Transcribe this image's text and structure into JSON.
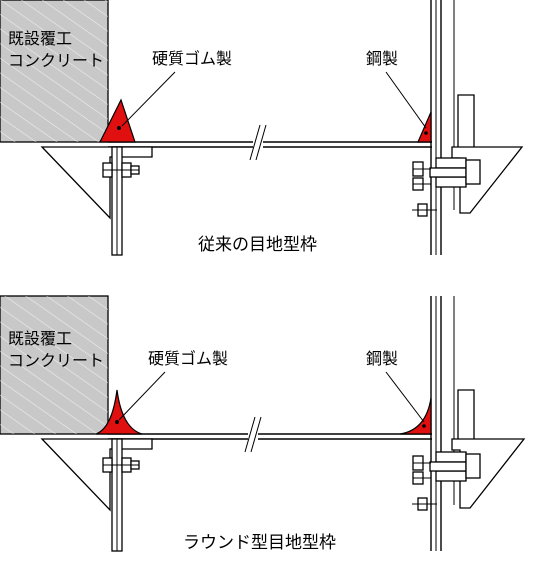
{
  "colors": {
    "concrete": "#c8c8c8",
    "hatch": "#ffffff",
    "rubber": "#e01010",
    "line": "#000000",
    "background": "#ffffff"
  },
  "top_panel": {
    "concrete_label_line1": "既設覆工",
    "concrete_label_line2": "コンクリート",
    "rubber_label": "硬質ゴム製",
    "steel_label": "鋼製",
    "caption": "従来の目地型枠"
  },
  "bottom_panel": {
    "concrete_label_line1": "既設覆工",
    "concrete_label_line2": "コンクリート",
    "rubber_label": "硬質ゴム製",
    "steel_label": "鋼製",
    "caption": "ラウンド型目地型枠"
  }
}
